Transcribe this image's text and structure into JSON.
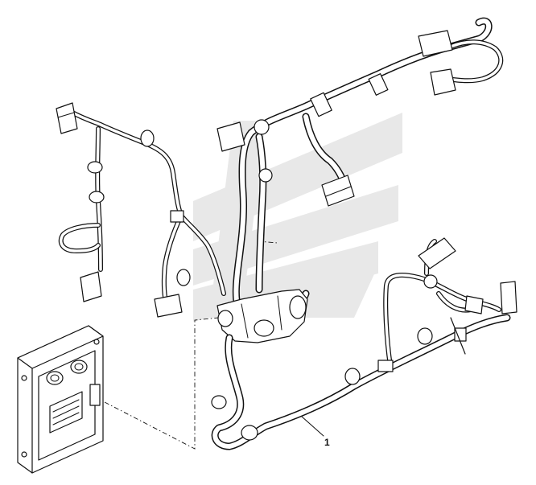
{
  "diagram": {
    "callouts": [
      {
        "id": "harness",
        "label": "1"
      }
    ],
    "icons": [
      "wiring-harness",
      "ecu-module",
      "connector",
      "grommet",
      "clip",
      "watermark-logo"
    ]
  }
}
